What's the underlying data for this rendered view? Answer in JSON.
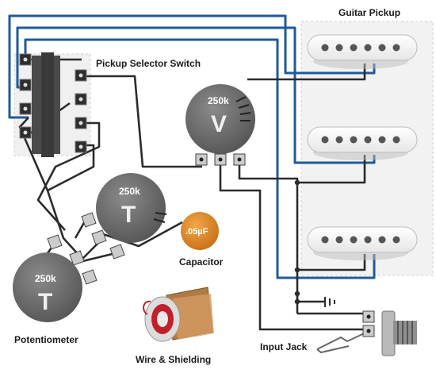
{
  "labels": {
    "guitar_pickup": "Guitar Pickup",
    "selector_switch": "Pickup Selector Switch",
    "potentiometer": "Potentiometer",
    "capacitor": "Capacitor",
    "wire_shielding": "Wire & Shielding",
    "input_jack": "Input Jack"
  },
  "knobs": {
    "volume": {
      "value": "250k",
      "letter": "V"
    },
    "tone1": {
      "value": "250k",
      "letter": "T"
    },
    "tone2": {
      "value": "250k",
      "letter": "T"
    }
  },
  "capacitor_value": ".05µF",
  "colors": {
    "wire_blue": "#1f5a9a",
    "wire_black": "#2b2b2b",
    "knob": "#6e6e6e",
    "capacitor": "#e08a2a",
    "pickup_bg": "#f1f1f1"
  }
}
